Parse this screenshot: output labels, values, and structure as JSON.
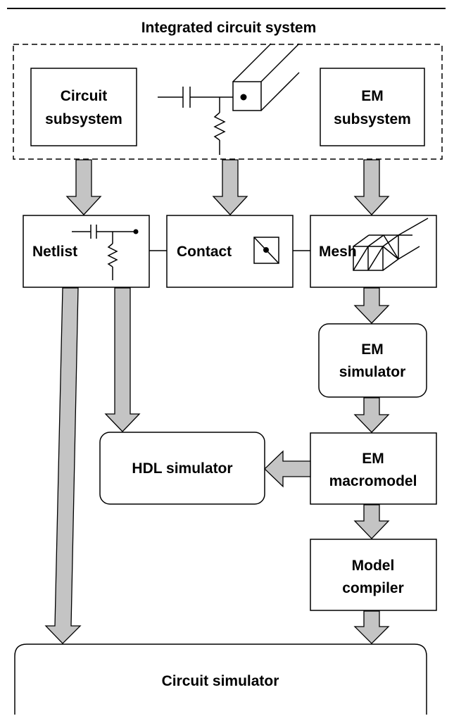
{
  "figure": {
    "title": "Integrated circuit system",
    "blocks": {
      "circuit_subsystem": [
        "Circuit",
        "subsystem"
      ],
      "em_subsystem": [
        "EM",
        "subsystem"
      ],
      "netlist": "Netlist",
      "contact": "Contact",
      "mesh": "Mesh",
      "em_simulator": [
        "EM",
        "simulator"
      ],
      "hdl_simulator": "HDL simulator",
      "em_macromodel": [
        "EM",
        "macromodel"
      ],
      "model_compiler": [
        "Model",
        "compiler"
      ],
      "circuit_simulator": "Circuit simulator"
    },
    "colors": {
      "arrow_fill": "#c4c4c4",
      "stroke": "#000000",
      "background": "#ffffff"
    }
  }
}
